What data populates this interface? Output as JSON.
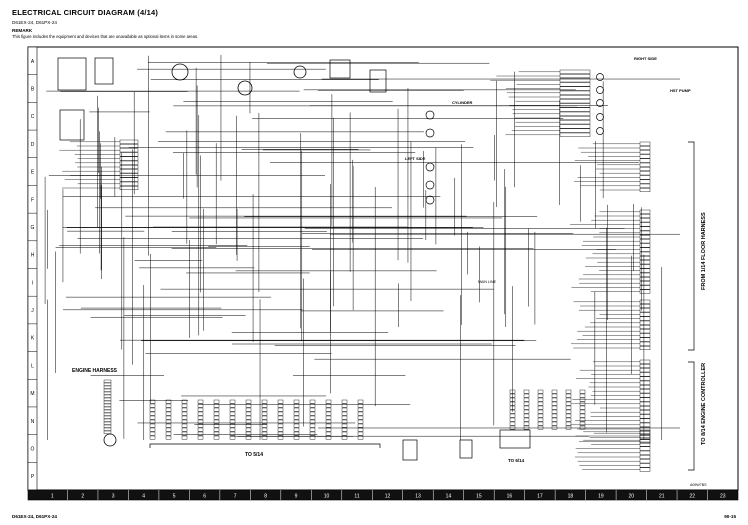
{
  "header": {
    "title": "ELECTRICAL CIRCUIT DIAGRAM (4/14)",
    "subtitle": "D61EX-24, D61PX-24",
    "remark_label": "REMARK",
    "remark_text": "This figure includes the equipment and devices that are unavailable as optional items in some areas."
  },
  "footer": {
    "left": "D61EX-24, D61PX-24",
    "right": "90-15"
  },
  "grid": {
    "rows": [
      "A",
      "B",
      "C",
      "D",
      "E",
      "F",
      "G",
      "H",
      "I",
      "J",
      "K",
      "L",
      "M",
      "N",
      "O",
      "P"
    ],
    "cols": [
      "1",
      "2",
      "3",
      "4",
      "5",
      "6",
      "7",
      "8",
      "9",
      "10",
      "11",
      "12",
      "13",
      "14",
      "15",
      "16",
      "17",
      "18",
      "19",
      "20",
      "21",
      "22",
      "23"
    ]
  },
  "labels": {
    "engine_harness": "ENGINE HARNESS",
    "to_5_14": "TO 5/14",
    "to_6_14": "TO 6/14",
    "from_floor_harness": "FROM 1/14 FLOOR HARNESS",
    "to_engine_controller": "TO 8/14 ENGINE CONTROLLER",
    "right_side": "RIGHT SIDE",
    "left_side": "LEFT SIDE",
    "hss_pump": "HST PUMP",
    "cylinder": "CYLINDER",
    "main_line": "MAIN LINE",
    "doc_no": "A09W7BS"
  }
}
